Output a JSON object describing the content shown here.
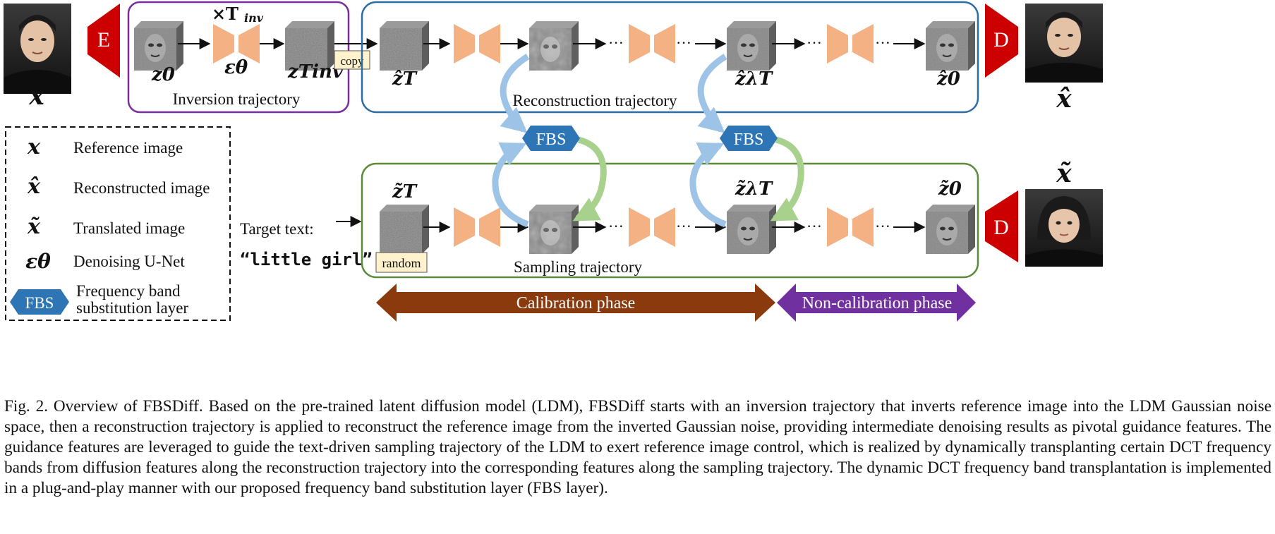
{
  "figure": {
    "symbols": {
      "x": "x",
      "x_hat": "x̂",
      "x_tilde": "x̃",
      "eps": "εθ",
      "times_T": "×T",
      "inv": "inv",
      "z0": "z0",
      "zT_inv": "zTinv",
      "zhat_T": "ẑT",
      "zhat_lT": "ẑλT",
      "zhat_0": "ẑ0",
      "ztil_T": "z̃T",
      "ztil_lT": "z̃λT",
      "ztil_0": "z̃0"
    },
    "encoder_label": "E",
    "decoder_label": "D",
    "copy_label": "copy",
    "random_label": "random",
    "fbs_label": "FBS",
    "ellipsis": "···",
    "inversion_label": "Inversion trajectory",
    "reconstruction_label": "Reconstruction trajectory",
    "sampling_label": "Sampling trajectory",
    "target_text_label": "Target text:",
    "target_prompt": "“little girl”",
    "calibration_label": "Calibration phase",
    "noncalibration_label": "Non-calibration phase",
    "legend": {
      "reference": "Reference image",
      "reconstructed": "Reconstructed image",
      "translated": "Translated image",
      "unet": "Denoising U-Net",
      "fbs_line1": "Frequency band",
      "fbs_line2": "substitution layer"
    },
    "colors": {
      "inversion_frame": "#7a2e9e",
      "reconstruction_frame": "#2e6da4",
      "sampling_frame": "#5b8a3a",
      "encoder": "#cc0000",
      "unet": "#f4b183",
      "fbs": "#2e75b6",
      "calibration": "#8b3a0e",
      "noncalibration": "#7030a0"
    }
  },
  "caption": "Fig. 2.  Overview of FBSDiff. Based on the pre-trained latent diffusion model (LDM), FBSDiff starts with an inversion trajectory that inverts reference image into the LDM Gaussian noise space, then a reconstruction trajectory is applied to reconstruct the reference image from the inverted Gaussian noise, providing intermediate denoising results as pivotal guidance features. The guidance features are leveraged to guide the text-driven sampling trajectory of the LDM to exert reference image control, which is realized by dynamically transplanting certain DCT frequency bands from diffusion features along the reconstruction trajectory into the corresponding features along the sampling trajectory. The dynamic DCT frequency band transplantation is implemented in a plug-and-play manner with our proposed frequency band substitution layer (FBS layer)."
}
